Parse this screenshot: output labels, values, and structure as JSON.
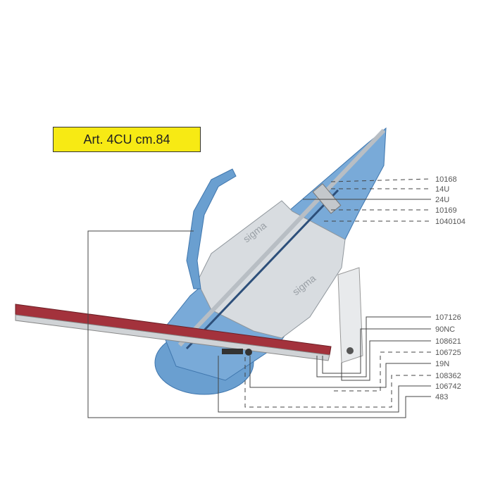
{
  "title": "Art. 4CU cm.84",
  "brand_marks": [
    "sigma",
    "sigma"
  ],
  "parts_top": [
    "10168",
    "14U",
    "24U",
    "10169",
    "1040104"
  ],
  "parts_bottom": [
    "107126",
    "90NC",
    "108621",
    "106725",
    "19N",
    "108362",
    "106742",
    "483"
  ],
  "colors": {
    "title_bg": "#f7ea14",
    "body_blue": "#6a9fd0",
    "ruler_red": "#a3323c"
  }
}
